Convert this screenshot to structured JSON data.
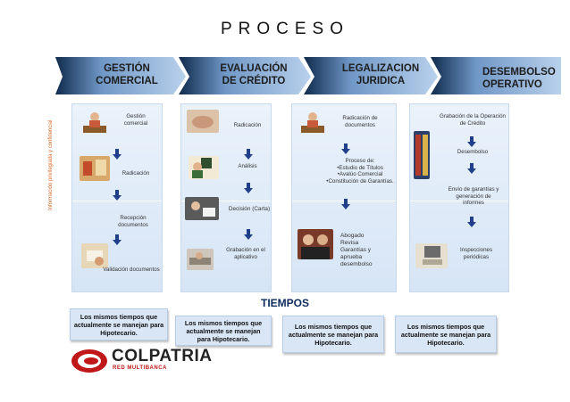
{
  "title": "PROCESO",
  "stages": [
    {
      "label_lines": [
        "GESTIÓN",
        "COMERCIAL"
      ]
    },
    {
      "label_lines": [
        "EVALUACIÓN",
        "DE CRÉDITO"
      ]
    },
    {
      "label_lines": [
        "LEGALIZACION",
        "JURIDICA"
      ]
    },
    {
      "label_lines": [
        "DESEMBOLSO",
        "OPERATIVO"
      ]
    }
  ],
  "columns": [
    {
      "steps": [
        "Gestión comercial",
        "Radicación",
        "Recepción documentos",
        "Validación documentos"
      ]
    },
    {
      "steps": [
        "Radicación",
        "Análisis",
        "Decisión (Carta)",
        "Grabación en el aplicativo"
      ]
    },
    {
      "steps": [
        "Radicación de documentos",
        "Proceso de:",
        "•Estudio de Títulos",
        "•Avalúo Comercial",
        "•Constitución de Garantías.",
        "Abogado",
        "Revisa",
        "Garantías y",
        "aprueba",
        "desembolso"
      ]
    },
    {
      "steps": [
        "Grabación de la Operación de  Crédito",
        "Desembolso",
        "Envío de garantías y generación de informes",
        "Inspecciones periódicas"
      ]
    }
  ],
  "side_note": "Información privilegiada y confidencial",
  "tiempos_label": "TIEMPOS",
  "time_boxes": [
    "Los mismos  tiempos que actualmente  se  manejan para Hipotecario.",
    "Los mismos tiempos  que actualmente se manejan para Hipotecario.",
    "Los mismos  tiempos  que actualmente  se  manejan para Hipotecario.",
    "Los mismos  tiempos  que actualmente  se  manejan para Hipotecario."
  ],
  "logo": {
    "name": "COLPATRIA",
    "subtitle": "RED MULTIBANCA"
  },
  "colors": {
    "chevron_dark": "#16365c",
    "chevron_mid": "#8fb3dc",
    "column_bg": "#dde9f7",
    "logo_red": "#c01818",
    "arrow": "#1f3f8a"
  }
}
